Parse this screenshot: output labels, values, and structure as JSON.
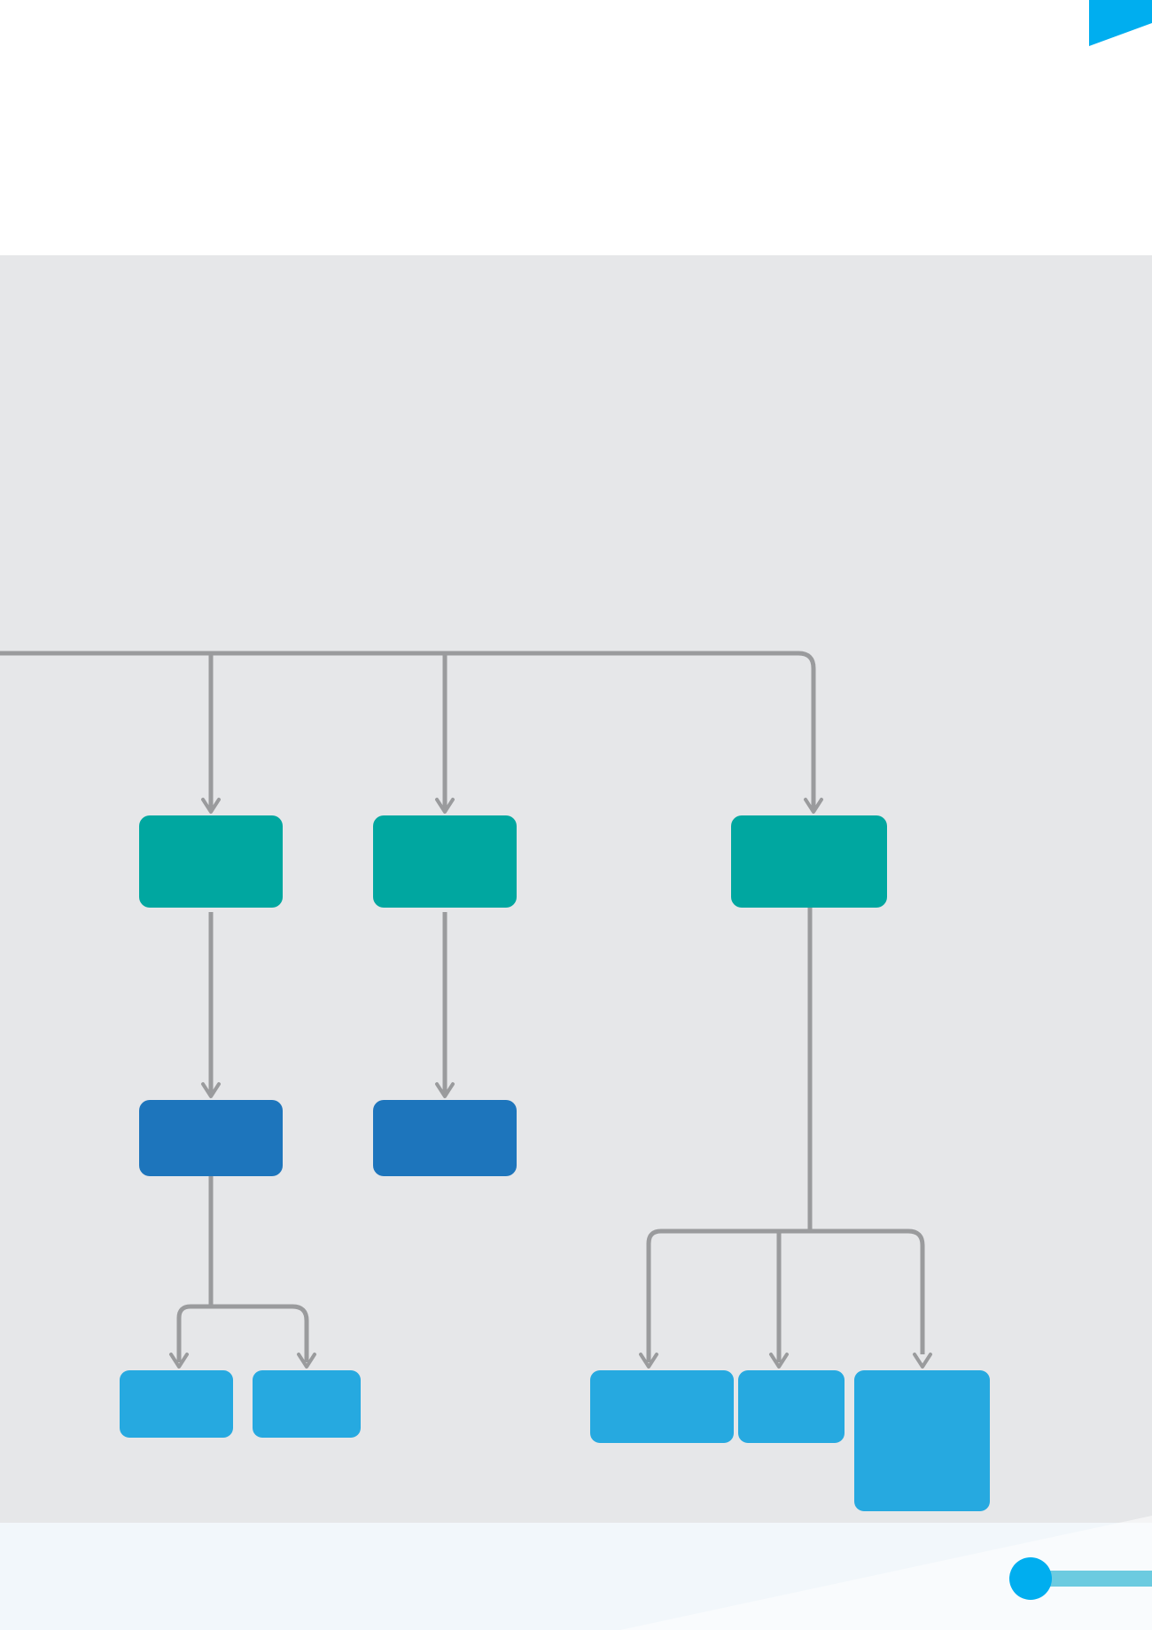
{
  "colors": {
    "page_background": "#ffffff",
    "panel_background": "#e6e7e9",
    "footer_background": "#f2f7fb",
    "accent_blue": "#00aeef",
    "accent_light_blue": "#6ccbe0",
    "connector": "#9a9b9d",
    "level1_teal": "#00a7a0",
    "level2_dark_blue": "#1d75bc",
    "level3_light_blue": "#26a9e0"
  },
  "diagram": {
    "type": "org-chart",
    "nodes": [
      {
        "id": "n1",
        "level": 1,
        "label": ""
      },
      {
        "id": "n2",
        "level": 1,
        "label": ""
      },
      {
        "id": "n3",
        "level": 1,
        "label": ""
      },
      {
        "id": "n4",
        "level": 2,
        "label": "",
        "parent": "n1"
      },
      {
        "id": "n5",
        "level": 2,
        "label": "",
        "parent": "n2"
      },
      {
        "id": "n6",
        "level": 3,
        "label": "",
        "parent": "n4"
      },
      {
        "id": "n7",
        "level": 3,
        "label": "",
        "parent": "n4"
      },
      {
        "id": "n8",
        "level": 3,
        "label": "",
        "parent": "n3"
      },
      {
        "id": "n9",
        "level": 3,
        "label": "",
        "parent": "n3"
      },
      {
        "id": "n10",
        "level": 3,
        "label": "",
        "parent": "n3"
      }
    ]
  }
}
